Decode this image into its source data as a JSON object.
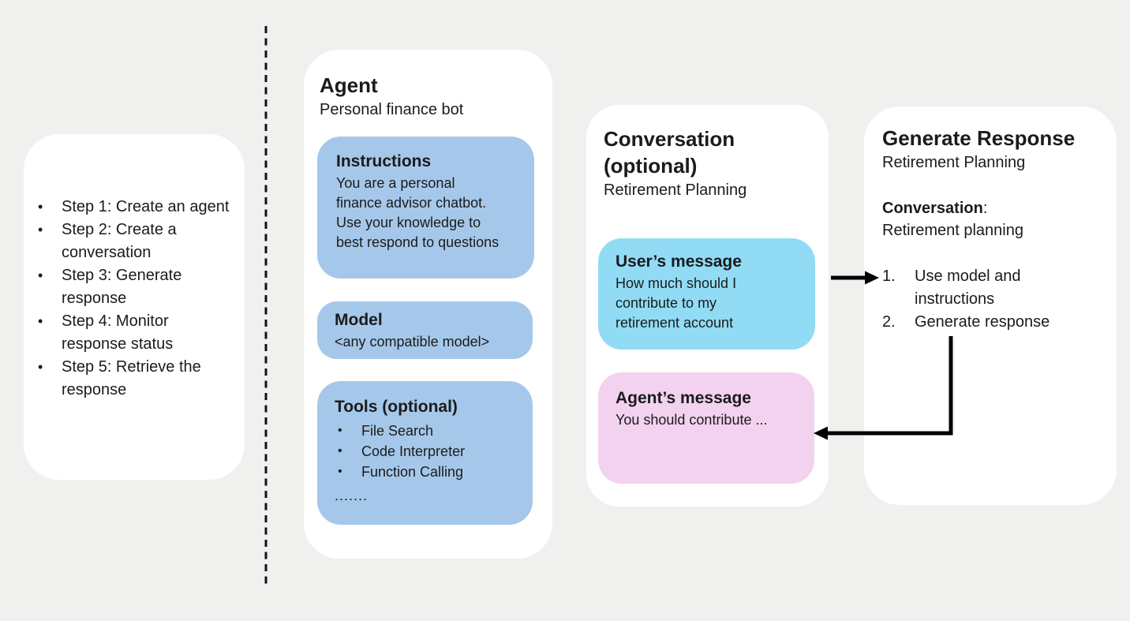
{
  "glyphs": {
    "bullet": "•"
  },
  "colors": {
    "background": "#f0f0ef",
    "card": "#ffffff",
    "blue_box": "#a5c8ea",
    "cyan_box": "#91dbf5",
    "pink_box": "#f2d2ee",
    "line": "#131313"
  },
  "steps_card": {
    "items": [
      "Step 1: Create an agent",
      "Step 2: Create a conversation",
      "Step 3: Generate response",
      "Step 4: Monitor response status",
      "Step 5: Retrieve the response"
    ]
  },
  "agent_card": {
    "title": "Agent",
    "subtitle": "Personal finance bot",
    "instructions": {
      "title": "Instructions",
      "body": "You are a personal finance advisor chatbot. Use your knowledge to best respond to questions"
    },
    "model": {
      "title": "Model",
      "body": "<any compatible model>"
    },
    "tools": {
      "title": "Tools (optional)",
      "items": [
        "File Search",
        "Code Interpreter",
        "Function Calling"
      ],
      "ellipsis": "......."
    }
  },
  "conversation_card": {
    "title": "Conversation (optional)",
    "subtitle": "Retirement Planning",
    "user_message": {
      "title": "User’s message",
      "body": "How much should I contribute to my retirement account"
    },
    "agent_message": {
      "title": "Agent’s message",
      "body": "You should contribute ..."
    }
  },
  "generate_card": {
    "title": "Generate Response",
    "subtitle": "Retirement Planning",
    "conversation_label": "Conversation",
    "conversation_colon": ":",
    "conversation_value": "Retirement planning",
    "steps": [
      {
        "num": "1.",
        "text": "Use model and instructions"
      },
      {
        "num": "2.",
        "text": "Generate response"
      }
    ]
  }
}
